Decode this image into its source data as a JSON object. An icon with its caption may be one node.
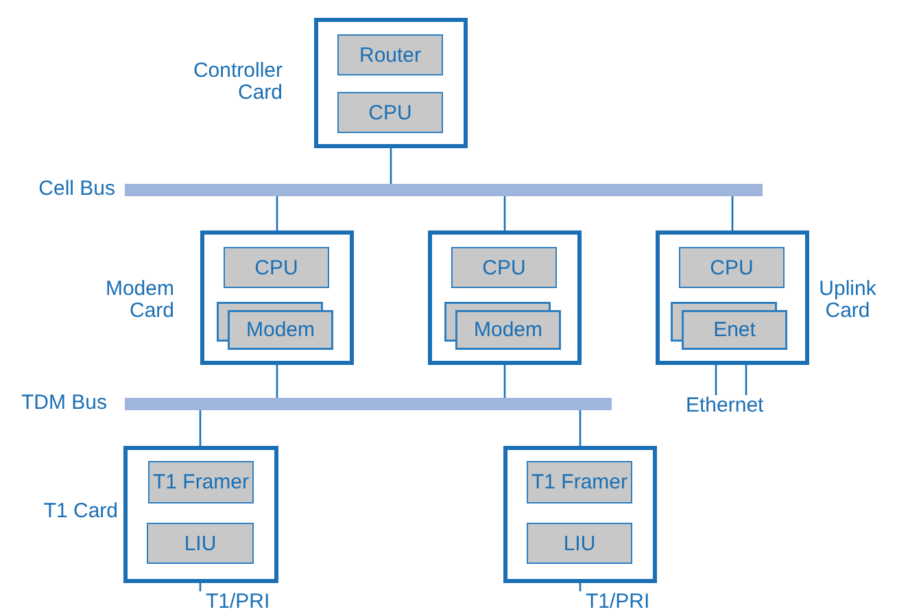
{
  "diagram": {
    "nodes": [
      {
        "text": [
          "Controller Card"
        ]
      },
      {
        "text": [
          "Router"
        ],
        "in": 0
      },
      {
        "text": [
          "CPU"
        ],
        "in": 0
      },
      {
        "text": [
          "Cell Bus"
        ]
      },
      {
        "text": [
          "Modem Card"
        ]
      },
      {
        "text": [
          "CPU"
        ],
        "in": 4
      },
      {
        "text": [
          "Modem"
        ],
        "in": 4
      },
      {
        "text": [],
        "shape": "box"
      },
      {
        "text": [
          "CPU"
        ],
        "in": 7
      },
      {
        "text": [
          "Modem"
        ],
        "in": 7
      },
      {
        "text": [
          "Uplink Card"
        ]
      },
      {
        "text": [
          "CPU"
        ],
        "in": 10
      },
      {
        "text": [
          "Enet"
        ],
        "in": 10
      },
      {
        "text": [
          "TDM Bus"
        ]
      },
      {
        "text": [
          "T1 Card"
        ]
      },
      {
        "text": [
          "T1 Framer"
        ],
        "in": 14
      },
      {
        "text": [
          "LIU"
        ],
        "in": 14
      },
      {
        "text": [],
        "shape": "box"
      },
      {
        "text": [
          "T1 Framer"
        ],
        "in": 17
      },
      {
        "text": [
          "LIU"
        ],
        "in": 17
      },
      {
        "text": [
          "Ethernet"
        ]
      },
      {
        "text": [
          "T1/PRI"
        ]
      },
      {
        "text": [
          "T1/PRI"
        ]
      }
    ],
    "edges": [
      {
        "from": 0,
        "to": 3,
        "arrow": "none"
      },
      {
        "from": 3,
        "to": 4,
        "arrow": "none"
      },
      {
        "from": 3,
        "to": 7,
        "arrow": "none"
      },
      {
        "from": 3,
        "to": 10,
        "arrow": "none"
      },
      {
        "from": 4,
        "to": 13,
        "arrow": "none"
      },
      {
        "from": 7,
        "to": 13,
        "arrow": "none"
      },
      {
        "from": 13,
        "to": 14,
        "arrow": "none"
      },
      {
        "from": 13,
        "to": 17,
        "arrow": "none"
      },
      {
        "from": 10,
        "to": 20,
        "arrow": "none"
      },
      {
        "from": 10,
        "to": 20,
        "arrow": "none"
      },
      {
        "from": 14,
        "to": 21,
        "arrow": "none"
      },
      {
        "from": 17,
        "to": 22,
        "arrow": "none"
      }
    ]
  }
}
